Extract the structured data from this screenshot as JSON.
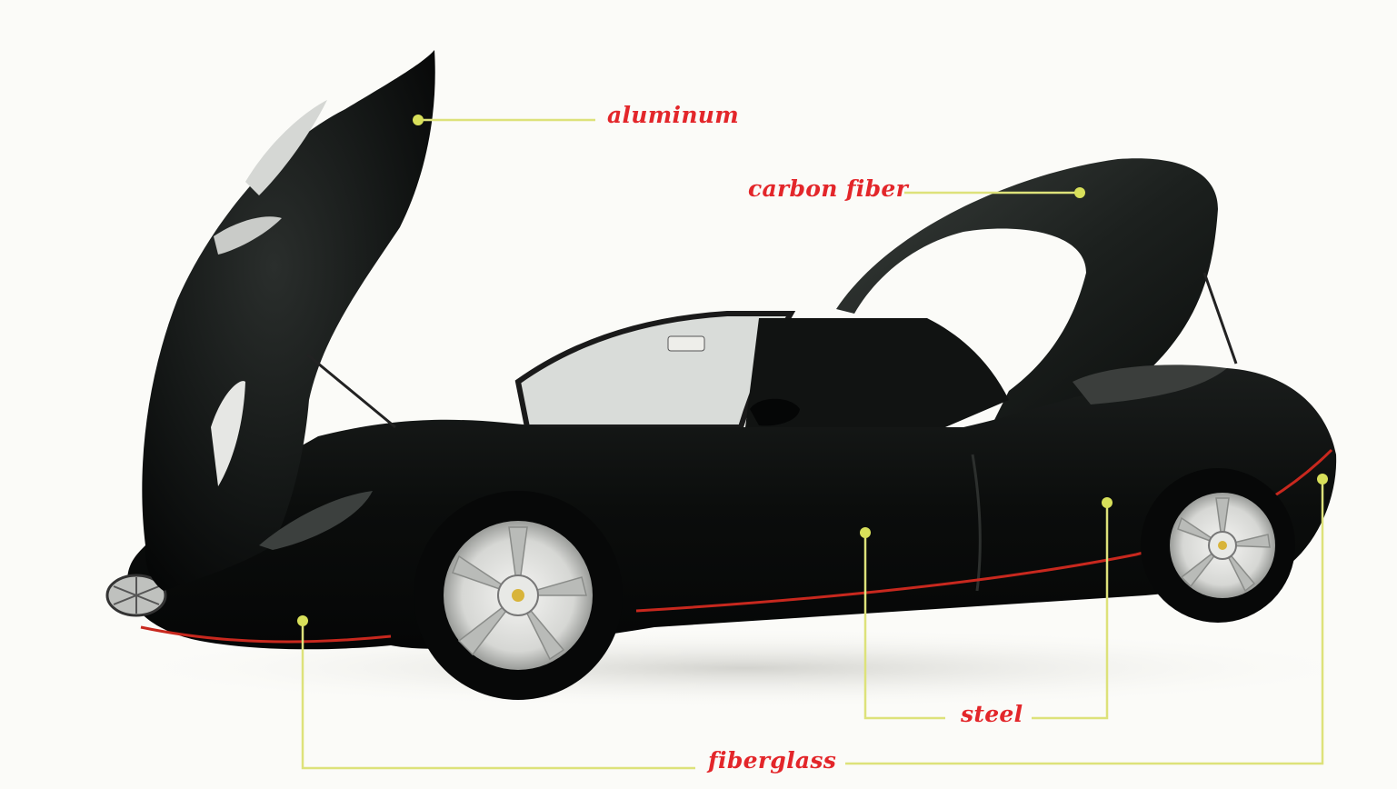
{
  "colors": {
    "label_text": "#e3262a",
    "leader_line": "#dde27a",
    "marker_dot": "#d8e05a",
    "car_body": "#0b0d0c",
    "pinstripe": "#c8281e",
    "background": "#fbfbf8"
  },
  "labels": {
    "aluminum": "aluminum",
    "carbon_fiber": "carbon fiber",
    "steel": "steel",
    "fiberglass": "fiberglass"
  },
  "materials": [
    {
      "key": "aluminum",
      "part": "front clamshell"
    },
    {
      "key": "carbon_fiber",
      "part": "rear canopy"
    },
    {
      "key": "steel",
      "part": "doors"
    },
    {
      "key": "fiberglass",
      "part": "front and rear bumpers"
    }
  ]
}
